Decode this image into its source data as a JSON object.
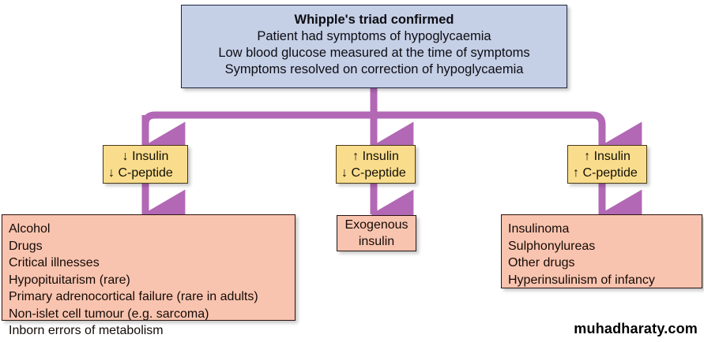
{
  "diagram": {
    "title_box": {
      "heading": "Whipple's triad confirmed",
      "criteria": [
        "Patient had symptoms of hypoglycaemia",
        "Low blood glucose measured at the time of symptoms",
        "Symptoms resolved on correction of hypoglycaemia"
      ]
    },
    "branches": [
      {
        "id": "low-insulin-low-cpeptide",
        "decision": {
          "line1": "↓ Insulin",
          "line2": "↓ C-peptide"
        },
        "outcome": {
          "items": [
            "Alcohol",
            "Drugs",
            "Critical illnesses",
            "Hypopituitarism (rare)",
            "Primary adrenocortical failure (rare in adults)",
            "Non-islet cell tumour (e.g. sarcoma)",
            "Inborn errors of metabolism"
          ]
        }
      },
      {
        "id": "high-insulin-low-cpeptide",
        "decision": {
          "line1": "↑ Insulin",
          "line2": "↓ C-peptide"
        },
        "outcome": {
          "items": [
            "Exogenous",
            "insulin"
          ]
        }
      },
      {
        "id": "high-insulin-high-cpeptide",
        "decision": {
          "line1": "↑ Insulin",
          "line2": "↑ C-peptide"
        },
        "outcome": {
          "items": [
            "Insulinoma",
            "Sulphonylureas",
            "Other drugs",
            "Hyperinsulinism of infancy"
          ]
        }
      }
    ],
    "watermark": "muhadharaty.com",
    "colors": {
      "header_fill": "#c5cfe6",
      "header_border": "#1d2440",
      "decision_fill": "#f9dd8d",
      "decision_border": "#4a3a14",
      "outcome_fill": "#f9c4af",
      "outcome_border": "#2a1410",
      "connector": "#b濃"
    }
  }
}
